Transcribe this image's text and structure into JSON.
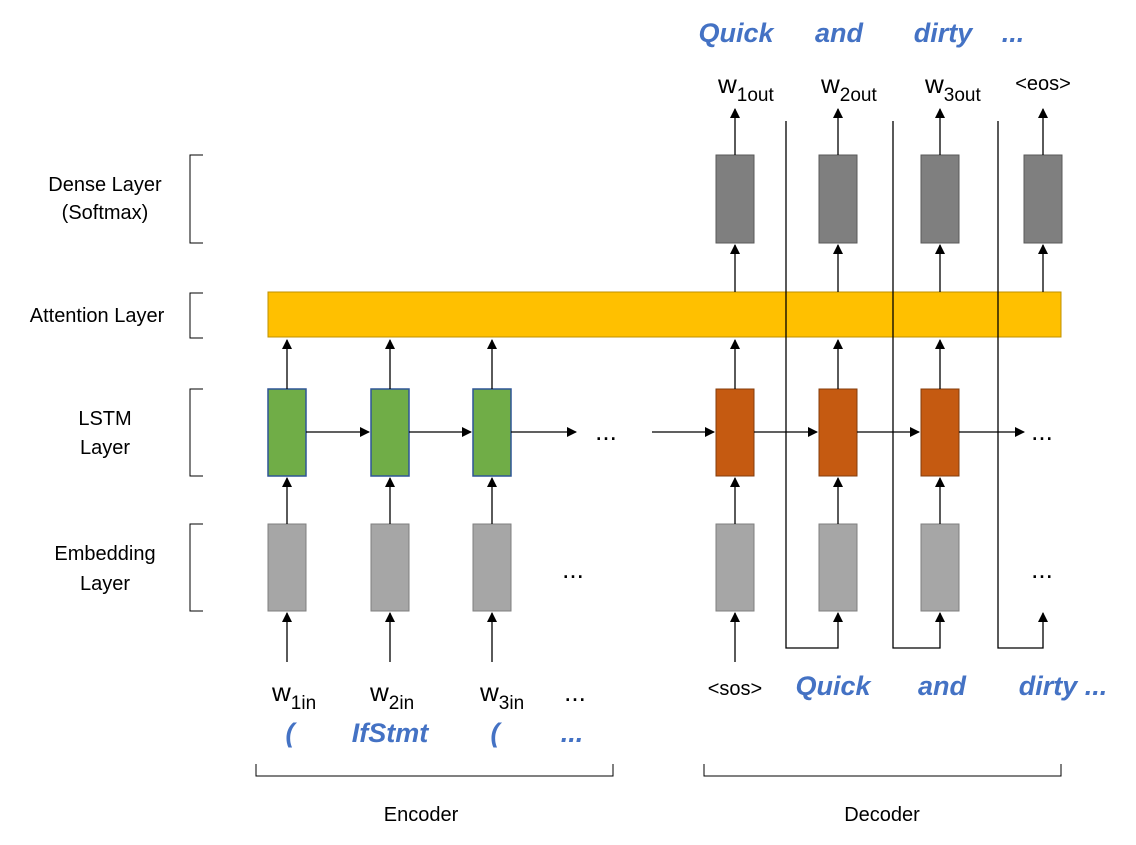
{
  "layers": {
    "dense": [
      "Dense Layer",
      "(Softmax)"
    ],
    "attention": "Attention Layer",
    "lstm": [
      "LSTM",
      "Layer"
    ],
    "embedding": [
      "Embedding",
      "Layer"
    ]
  },
  "encoder": {
    "label": "Encoder",
    "inputs": [
      {
        "base": "w",
        "sub": "1in"
      },
      {
        "base": "w",
        "sub": "2in"
      },
      {
        "base": "w",
        "sub": "3in"
      }
    ],
    "input_ellipsis": "...",
    "tokens": [
      "(",
      "IfStmt",
      "(",
      "..."
    ],
    "ellipsis": "..."
  },
  "decoder": {
    "label": "Decoder",
    "start_token": "<sos>",
    "input_tokens": [
      "Quick",
      "and",
      "dirty ..."
    ],
    "outputs": [
      {
        "base": "w",
        "sub": "1out"
      },
      {
        "base": "w",
        "sub": "2out"
      },
      {
        "base": "w",
        "sub": "3out"
      }
    ],
    "end_token": "<eos>",
    "output_tokens": [
      "Quick",
      "and",
      "dirty",
      "..."
    ],
    "ellipsis": "..."
  },
  "colors": {
    "encoder_lstm": "#70AD47",
    "encoder_lstm_border": "#2F5597",
    "decoder_lstm": "#C55A11",
    "embedding": "#A6A6A6",
    "dense": "#7F7F7F",
    "attention": "#FFC000",
    "token_text": "#4472C4"
  }
}
